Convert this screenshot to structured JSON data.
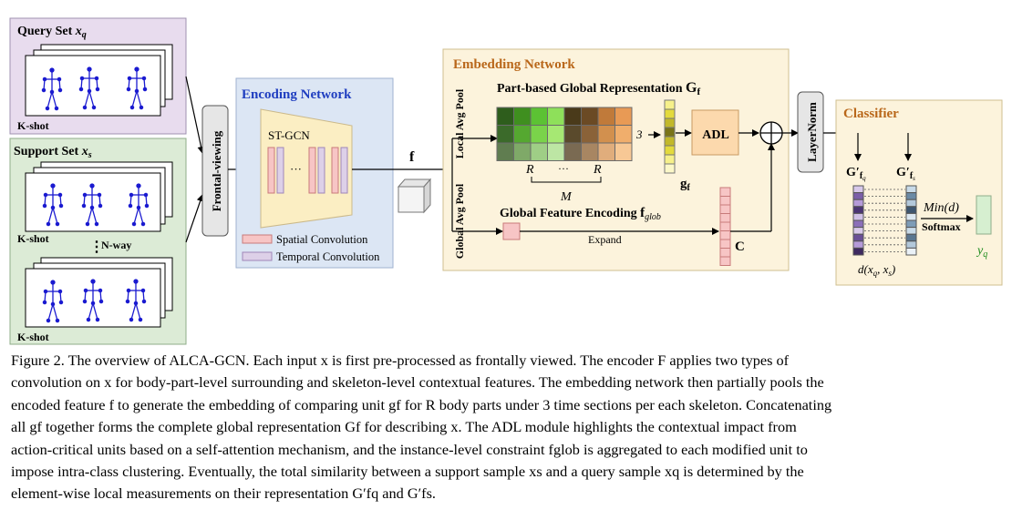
{
  "figure": {
    "query_set": {
      "label": "Query Set",
      "symbol": "x",
      "sub": "q",
      "shot": "K-shot"
    },
    "support_set": {
      "label": "Support Set",
      "symbol": "x",
      "sub": "s",
      "shot_top": "K-shot",
      "way": "N-way",
      "shot_bottom": "K-shot"
    },
    "frontal": "Frontal-viewing",
    "encoding": {
      "title": "Encoding Network",
      "stgcn": "ST-GCN",
      "dots": "···",
      "legend_spatial": "Spatial Convolution",
      "legend_temporal": "Temporal Convolution"
    },
    "f_label": "f",
    "embedding": {
      "title": "Embedding Network",
      "local_pool": "Local Avg Pool",
      "global_pool": "Global Avg Pool",
      "part_title": "Part-based Global Representation",
      "part_symbol": "G",
      "part_sub": "f",
      "three": "3",
      "r1": "R",
      "r_dots": "···",
      "r2": "R",
      "m": "M",
      "gf": "g",
      "gf_sub": "f",
      "adl": "ADL",
      "global_enc": "Global Feature Encoding",
      "fglob": "f",
      "fglob_sub": "glob",
      "expand": "Expand",
      "c": "C"
    },
    "layernorm": "LayerNorm",
    "classifier": {
      "title": "Classifier",
      "gq": "G′",
      "gq_sub": "f",
      "gq_subsub": "q",
      "gs": "G′",
      "gs_sub": "f",
      "gs_subsub": "s",
      "min": "Min(d)",
      "softmax": "Softmax",
      "dist": "d(x",
      "dist_q": "q",
      "dist_mid": ", x",
      "dist_s": "s",
      "dist_end": ")",
      "yq": "y",
      "yq_sub": "q"
    },
    "colors": {
      "query_bg": "#e8dcee",
      "support_bg": "#dcebd6",
      "encoding_bg": "#dce6f4",
      "embedding_bg": "#fcf3dc",
      "classifier_bg": "#fcf3dc",
      "title_blue": "#1f3ec0",
      "title_brown": "#b9671a",
      "skeleton": "#1a1ad0",
      "yq_green": "#1b8a1b"
    }
  },
  "caption": {
    "lines": [
      "Figure 2. The overview of ALCA-GCN. Each input x is first pre-processed as frontally viewed. The encoder F applies two types of",
      "convolution on x for body-part-level surrounding and skeleton-level contextual features. The embedding network then partially pools the",
      "encoded feature f to generate the embedding of comparing unit gf for R body parts under 3 time sections per each skeleton. Concatenating",
      "all gf together forms the complete global representation Gf for describing x. The ADL module highlights the contextual impact from",
      "action-critical units based on a self-attention mechanism, and the instance-level constraint fglob is aggregated to each modified unit to",
      "impose intra-class clustering. Eventually, the total similarity between a support sample xs and a query sample xq is determined by the",
      "element-wise local measurements on their representation G′fq and G′fs."
    ]
  }
}
